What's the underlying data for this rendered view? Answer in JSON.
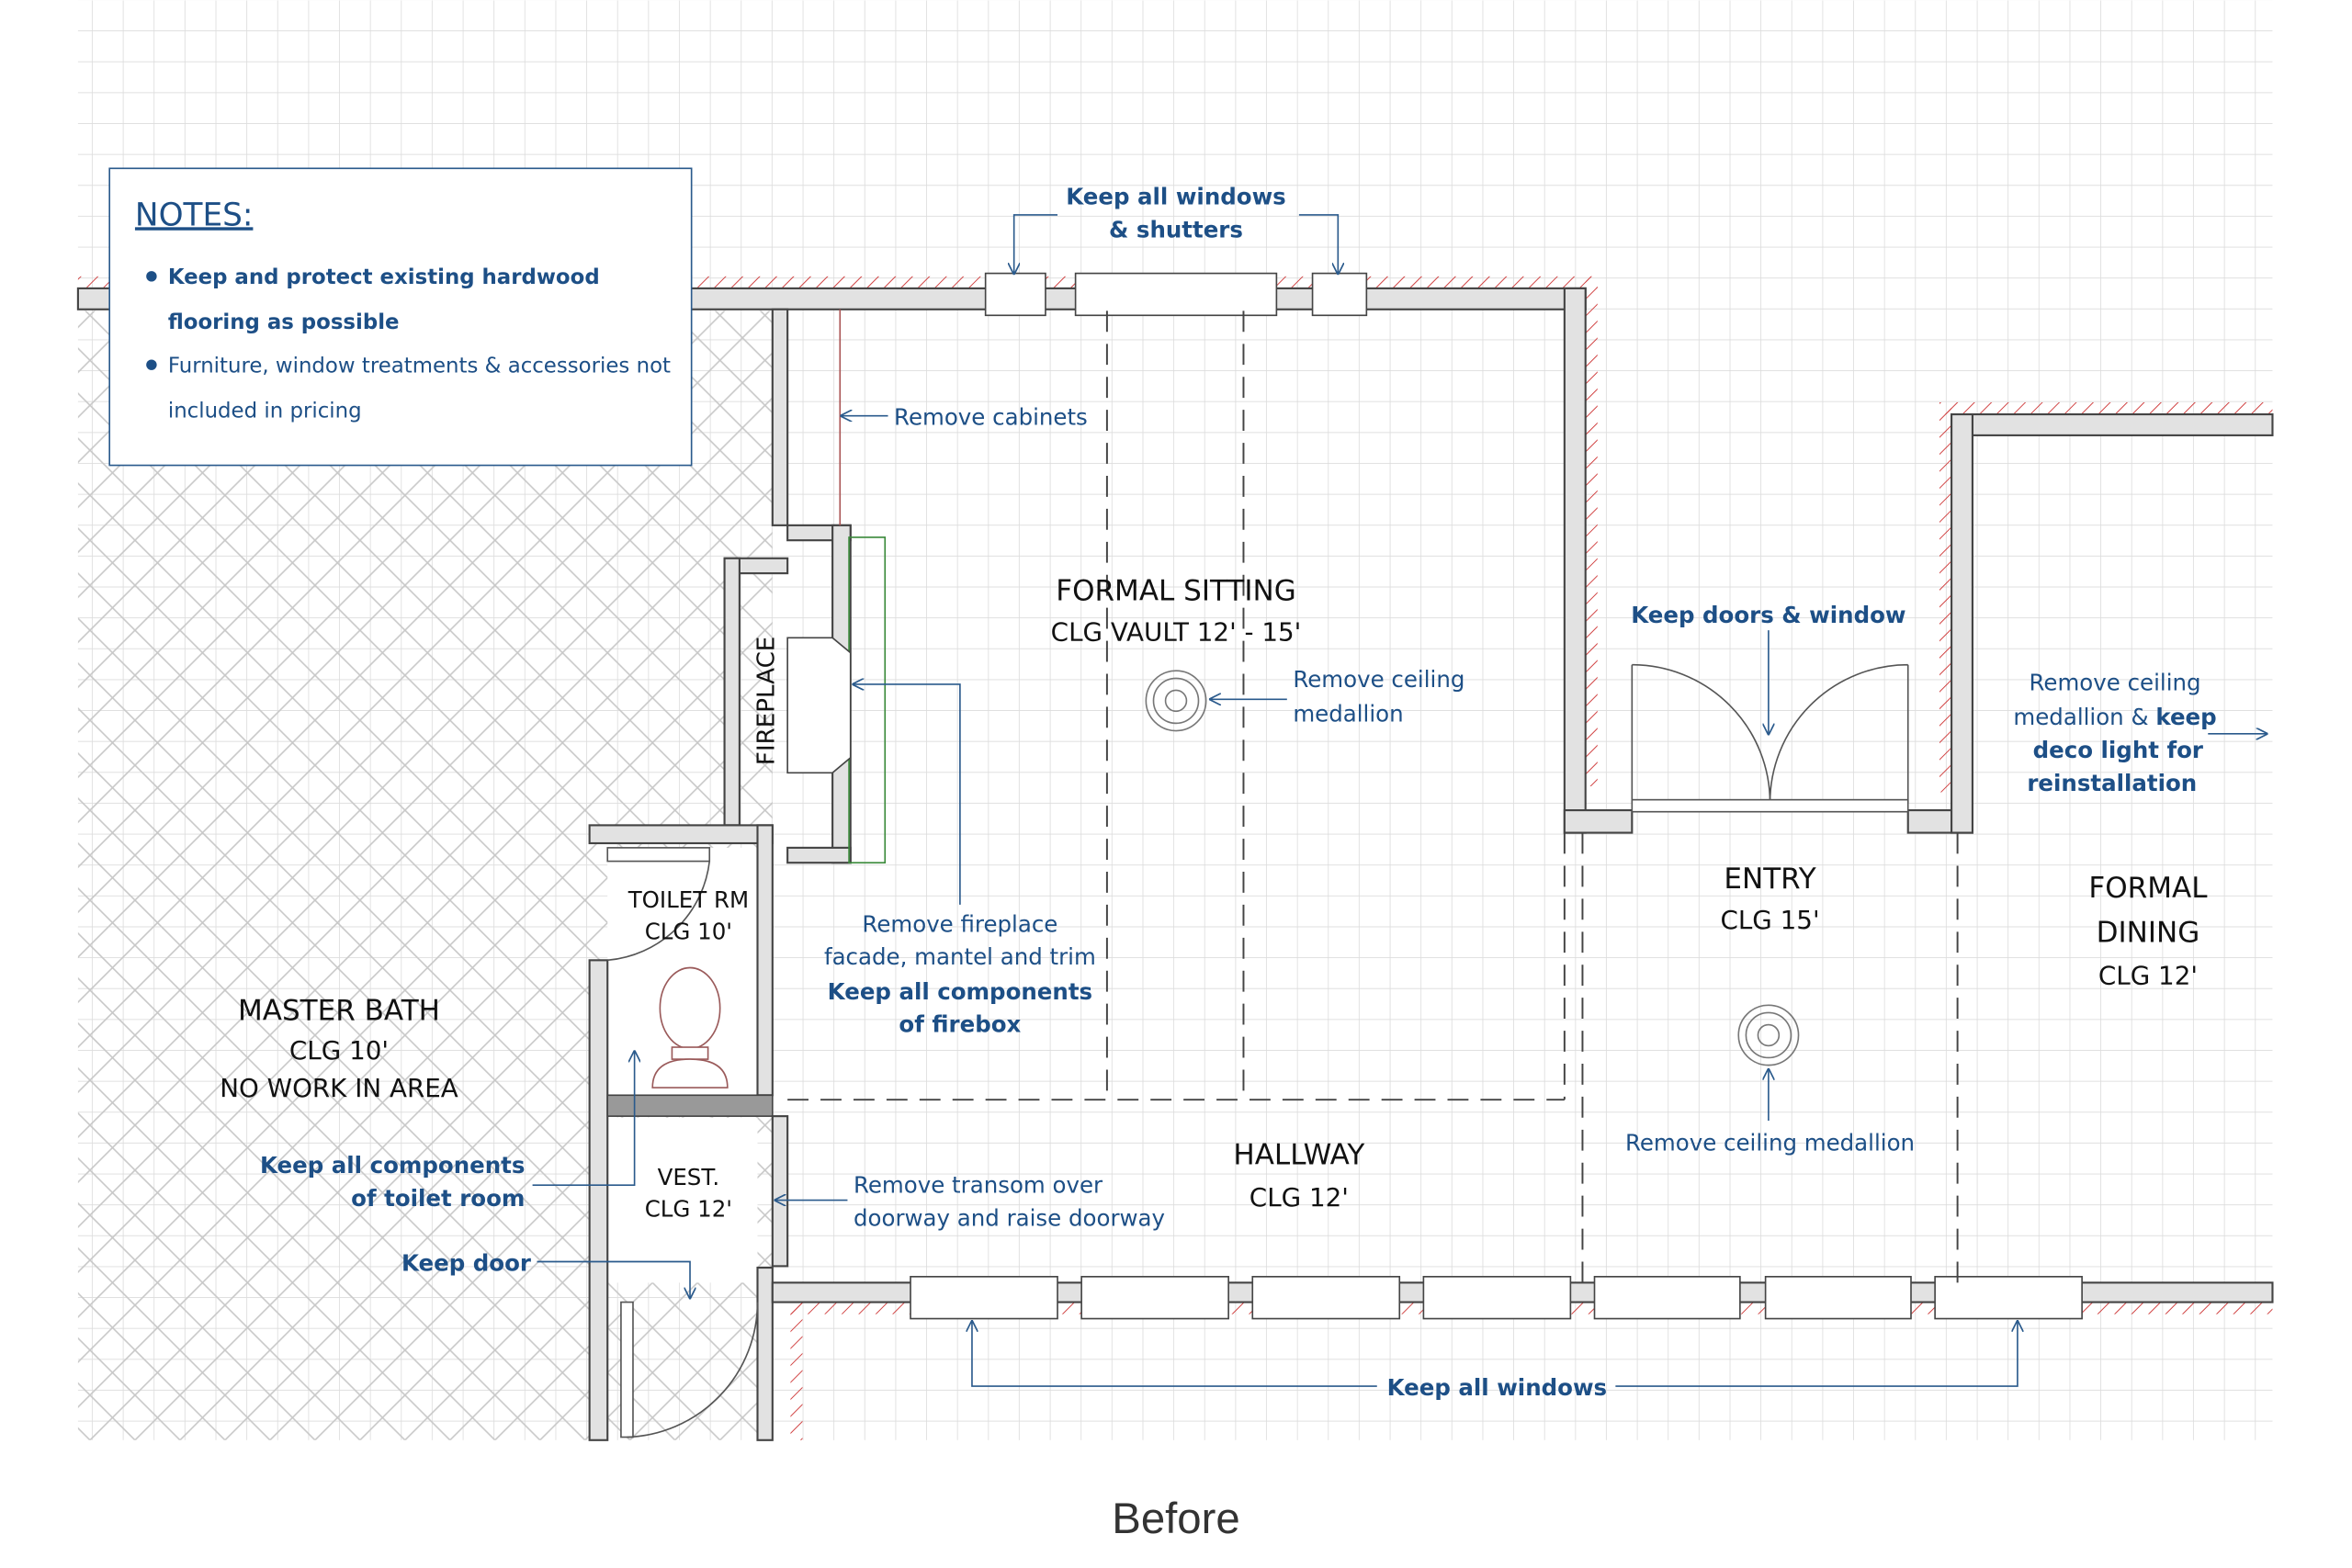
{
  "notes": {
    "title": "NOTES:",
    "items": [
      {
        "line1": "Keep and protect existing hardwood",
        "line2": "flooring as possible"
      },
      {
        "line1": "Furniture, window treatments & accessories not",
        "line2": "included in pricing"
      }
    ]
  },
  "rooms": {
    "formal_sitting": {
      "name": "FORMAL SITTING",
      "ceiling": "CLG VAULT 12' - 15'"
    },
    "entry": {
      "name": "ENTRY",
      "ceiling": "CLG 15'"
    },
    "formal_dining": {
      "name1": "FORMAL",
      "name2": "DINING",
      "ceiling": "CLG 12'"
    },
    "master_bath": {
      "name": "MASTER BATH",
      "ceiling": "CLG 10'",
      "note": "NO WORK IN AREA"
    },
    "toilet_rm": {
      "name": "TOILET RM",
      "ceiling": "CLG 10'"
    },
    "vest": {
      "name": "VEST.",
      "ceiling": "CLG 12'"
    },
    "hallway": {
      "name": "HALLWAY",
      "ceiling": "CLG 12'"
    },
    "fireplace": {
      "name": "FIREPLACE"
    }
  },
  "annotations": {
    "keep_windows_shutters": [
      "Keep all windows",
      "& shutters"
    ],
    "remove_cabinets": "Remove cabinets",
    "remove_medallion_sitting": [
      "Remove ceiling",
      "medallion"
    ],
    "keep_doors_window": "Keep doors & window",
    "dining_note": [
      "Remove ceiling",
      "medallion & ",
      "keep",
      "deco light for",
      "reinstallation"
    ],
    "fireplace_note": [
      "Remove fireplace",
      "facade, mantel and trim",
      "Keep all components",
      "of firebox"
    ],
    "entry_medallion": "Remove ceiling medallion",
    "toilet_room": [
      "Keep all components",
      "of toilet room"
    ],
    "keep_door": "Keep door",
    "transom": [
      "Remove transom over",
      "doorway and raise doorway"
    ],
    "keep_all_windows": "Keep all windows"
  },
  "caption": "Before",
  "colors": {
    "annotation": "#1d4f86",
    "wall_fill": "#e2e2e2",
    "hatch_red": "#d04040"
  }
}
